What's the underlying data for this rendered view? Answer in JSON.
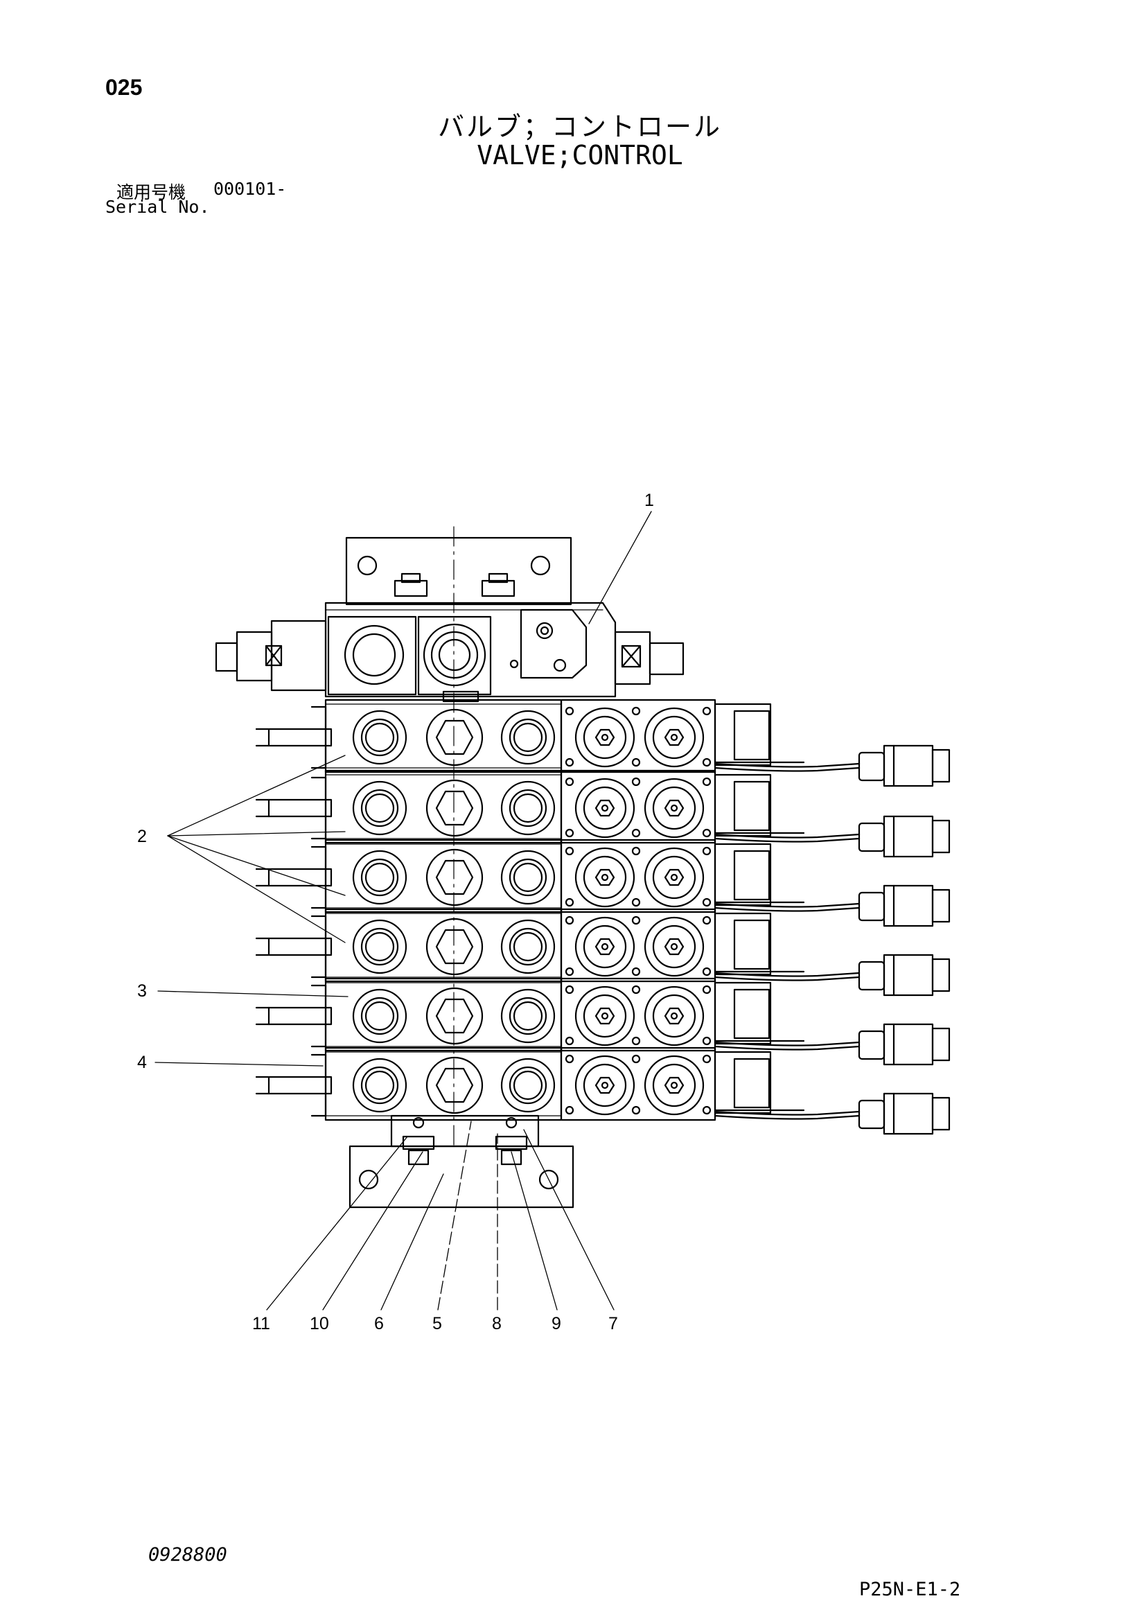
{
  "header": {
    "page_number": "025",
    "title_ja": "バルブ；コントロール",
    "title_en": "VALVE;CONTROL",
    "serial_label_ja": "適用号機",
    "serial_value": "000101-",
    "serial_label_en": "Serial No."
  },
  "diagram": {
    "callouts": [
      "1",
      "2",
      "3",
      "4",
      "11",
      "10",
      "6",
      "5",
      "8",
      "9",
      "7"
    ]
  },
  "footer": {
    "document_number": "0928800",
    "figure_id": "P25N-E1-2"
  }
}
